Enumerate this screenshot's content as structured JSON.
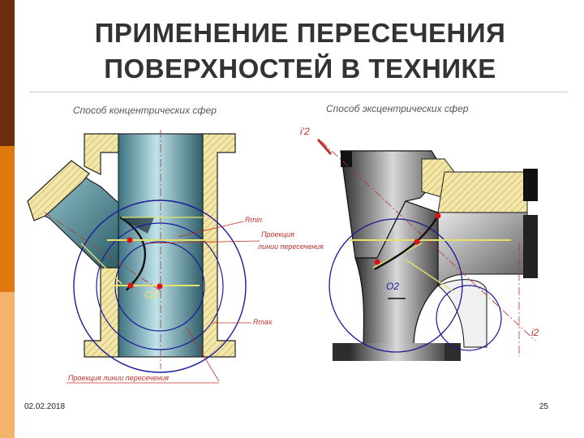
{
  "slide": {
    "title_line1": "ПРИМЕНЕНИЕ ПЕРЕСЕЧЕНИЯ",
    "title_line2": "ПОВЕРХНОСТЕЙ В ТЕХНИКЕ",
    "date": "02.02.2018",
    "page": "25"
  },
  "left_figure": {
    "caption": "Способ  концентрических сфер",
    "label_rmin": "Rmin",
    "label_proj1": "Проекция",
    "label_proj2": "линии пересечения",
    "label_o2": "O2",
    "label_rmax": "Rmax",
    "label_bottom": "Проекция линии пересечения"
  },
  "right_figure": {
    "caption": "Способ эксцентрических сфер",
    "label_i2_top": "i'2",
    "label_o2": "O2",
    "label_i2_right": "i2"
  },
  "colors": {
    "sidebar_dark": "#6b2e0c",
    "sidebar_mid": "#e07a10",
    "sidebar_light": "#f4b36a",
    "annotation": "#c0302a"
  }
}
